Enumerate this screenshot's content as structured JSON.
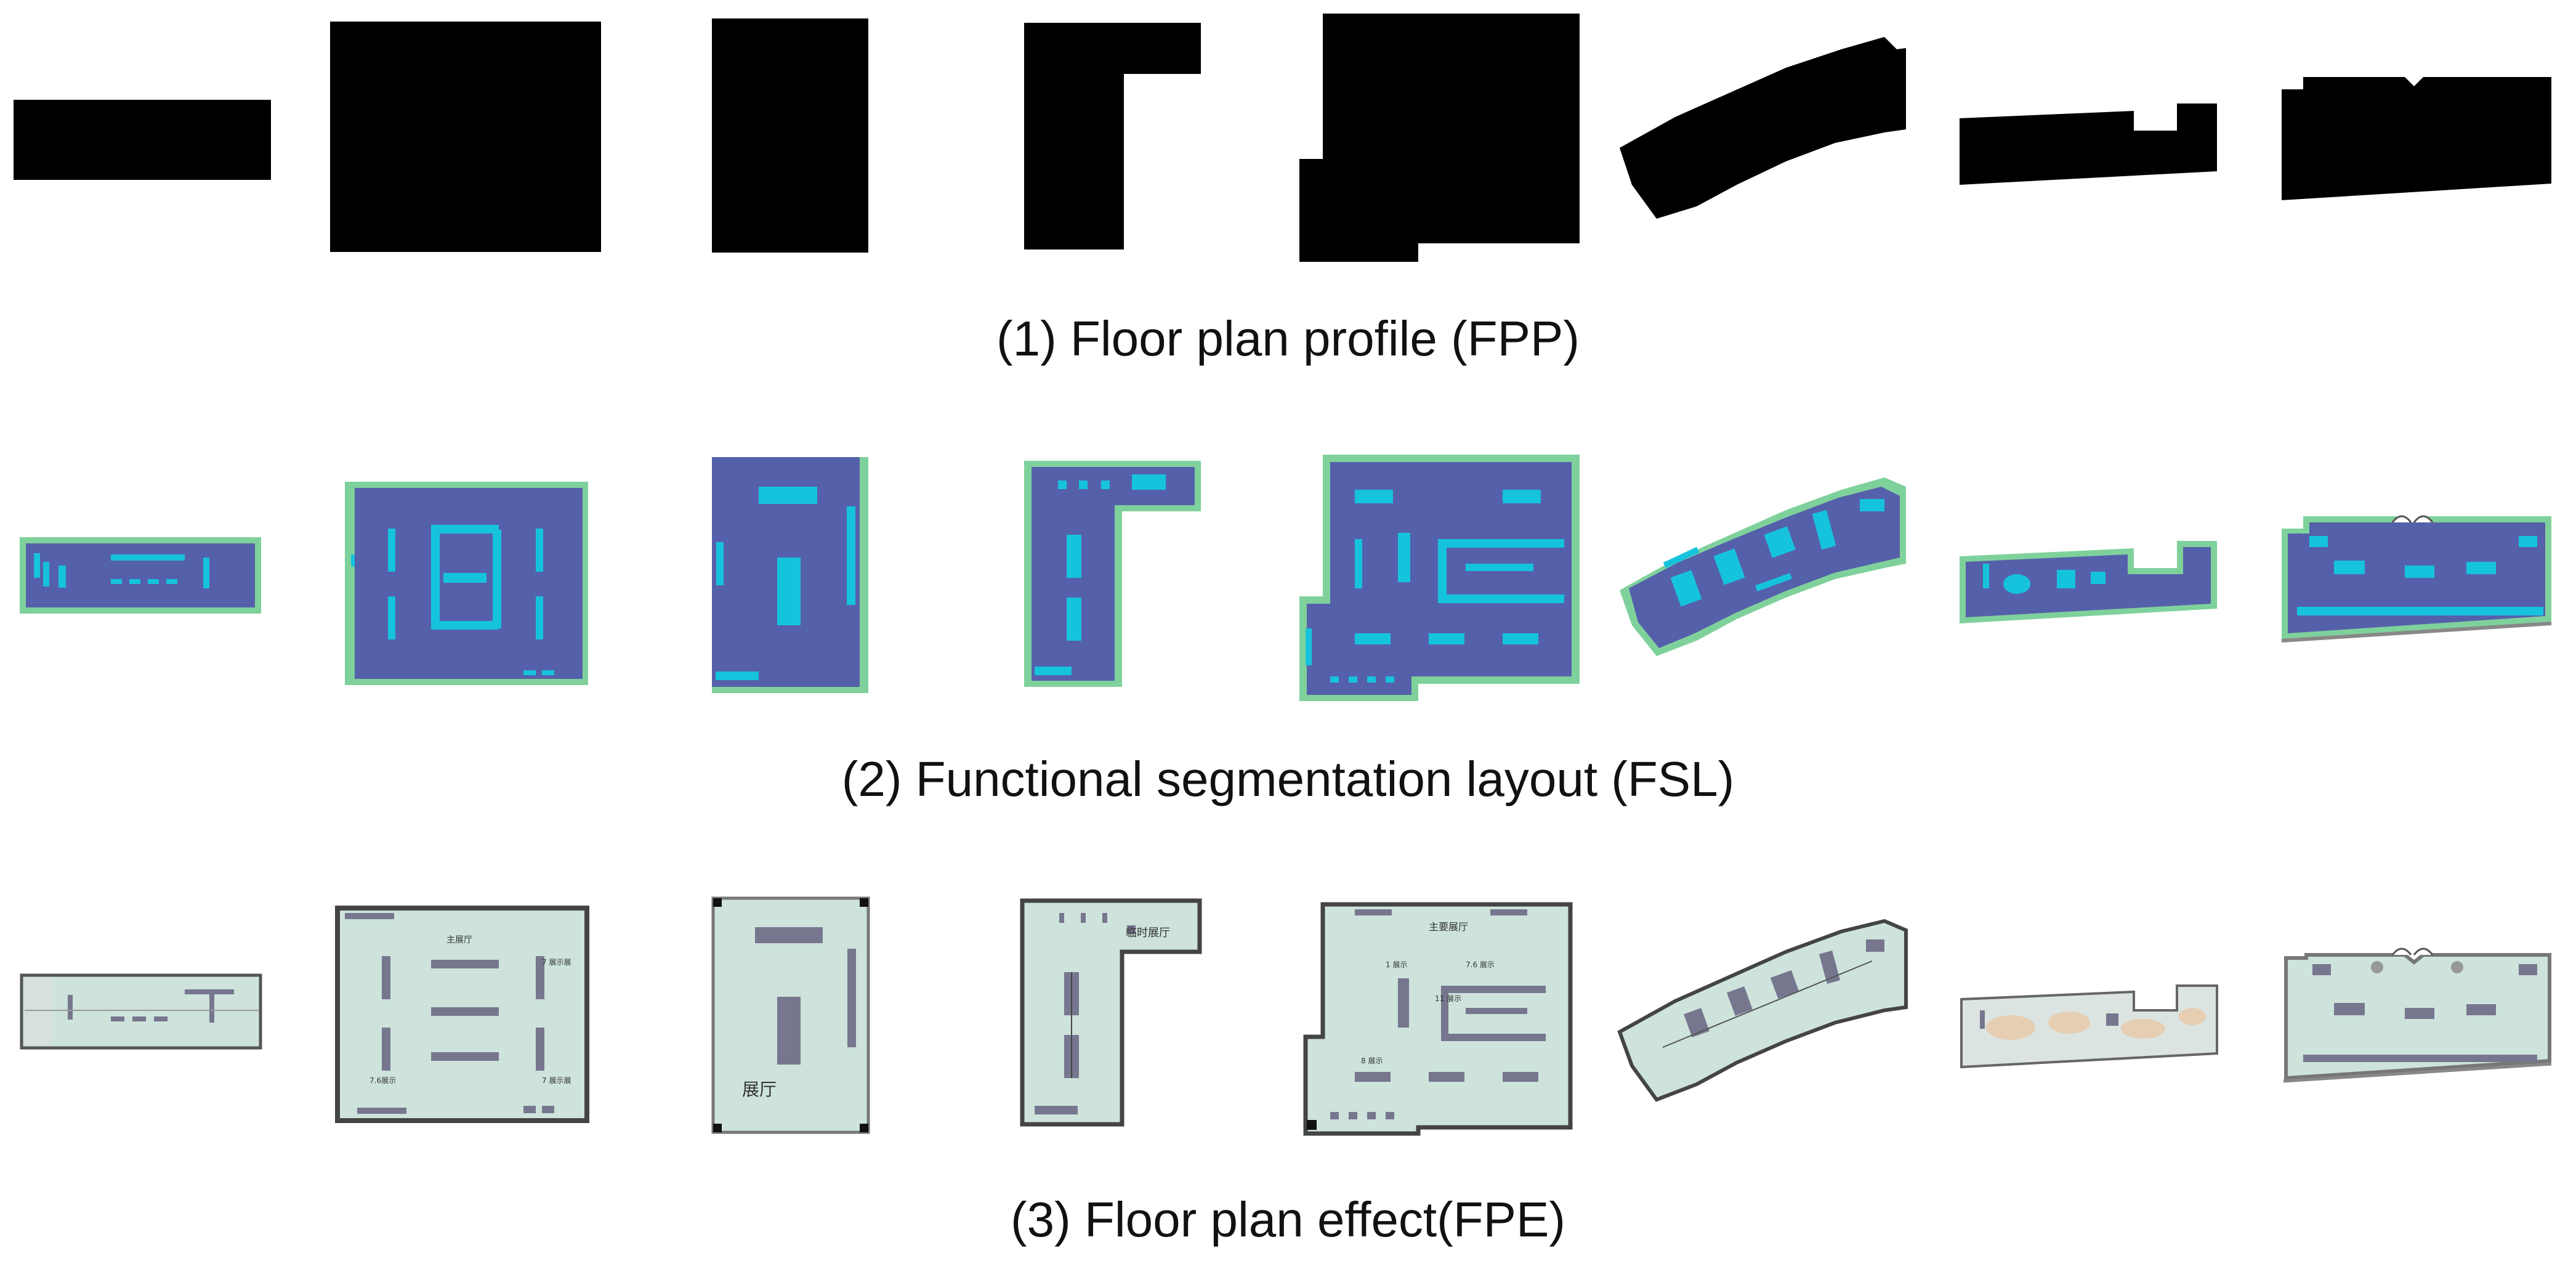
{
  "rows": [
    {
      "id": "fpp",
      "caption": "(1) Floor plan profile (FPP)"
    },
    {
      "id": "fsl",
      "caption": "(2) Functional segmentation layout (FSL)"
    },
    {
      "id": "fpe",
      "caption": "(3) Floor plan effect(FPE)"
    }
  ],
  "colors": {
    "profile": "#000000",
    "fsl_border": "#7fd19b",
    "fsl_main": "#5560aa",
    "fsl_exhibit": "#16c3dc",
    "fpe_floor": "#cde3db",
    "fpe_wall": "#555555",
    "fpe_display": "#77768f",
    "fpe_rug": "#e8c8a8"
  },
  "fpe_labels": {
    "plan2_top": "主展厅",
    "plan2_right_top": "7 展示展",
    "plan2_left_bottom": "7.6展示",
    "plan2_right_bottom": "7 展示展",
    "plan3_hall": "展厅",
    "plan4_temp": "临时展厅",
    "plan5_top": "主要展厅",
    "plan5_mid1": "1 展示",
    "plan5_mid2": "7.6 展示",
    "plan5_mid3": "11 展示",
    "plan5_bottom": "8 展示"
  }
}
